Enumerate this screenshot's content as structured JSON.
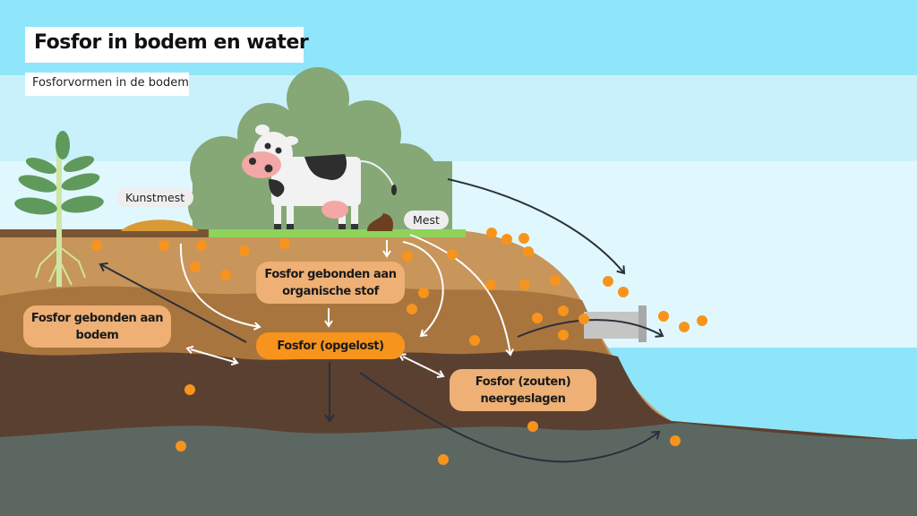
{
  "title": "Fosfor in bodem en water",
  "subtitle": "Fosforvormen in de bodem",
  "tags": {
    "kunstmest": "Kunstmest",
    "mest": "Mest"
  },
  "labels": {
    "organisch": "Fosfor gebonden aan organische stof",
    "bodem": "Fosfor gebonden aan bodem",
    "opgelost": "Fosfor (opgelost)",
    "zouten": "Fosfor (zouten) neergeslagen"
  },
  "colors": {
    "sky_top": "#8fe6fb",
    "sky_mid": "#c9f1fb",
    "sky_low": "#e0f8fd",
    "water": "#8ee5f9",
    "soil_top": "#c8955a",
    "soil_mid": "#a8753f",
    "soil_dark": "#5a4030",
    "bedrock": "#5c6762",
    "phosphorus": "#f7941d",
    "bush": "#86a877",
    "grass": "#8fd35a"
  }
}
